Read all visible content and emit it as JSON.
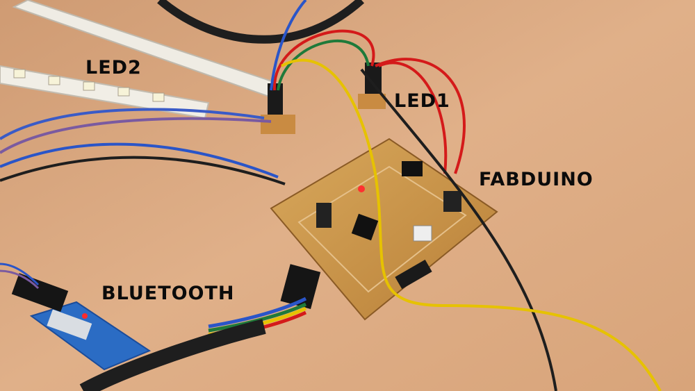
{
  "labels": {
    "led2": "LED2",
    "led1": "LED1",
    "fabduino": "FABDUINO",
    "bluetooth": "BLUETOOTH"
  },
  "colors": {
    "table": "#d9a77e",
    "board": "#c9944a",
    "cable_black": "#1e1e1e",
    "wire_yellow": "#e6c200",
    "wire_red": "#d41a1a",
    "wire_green": "#1f7a3a",
    "wire_blue": "#2a55c8",
    "led_strip": "#f1eee6",
    "bluetooth_module": "#2b6cc4"
  }
}
